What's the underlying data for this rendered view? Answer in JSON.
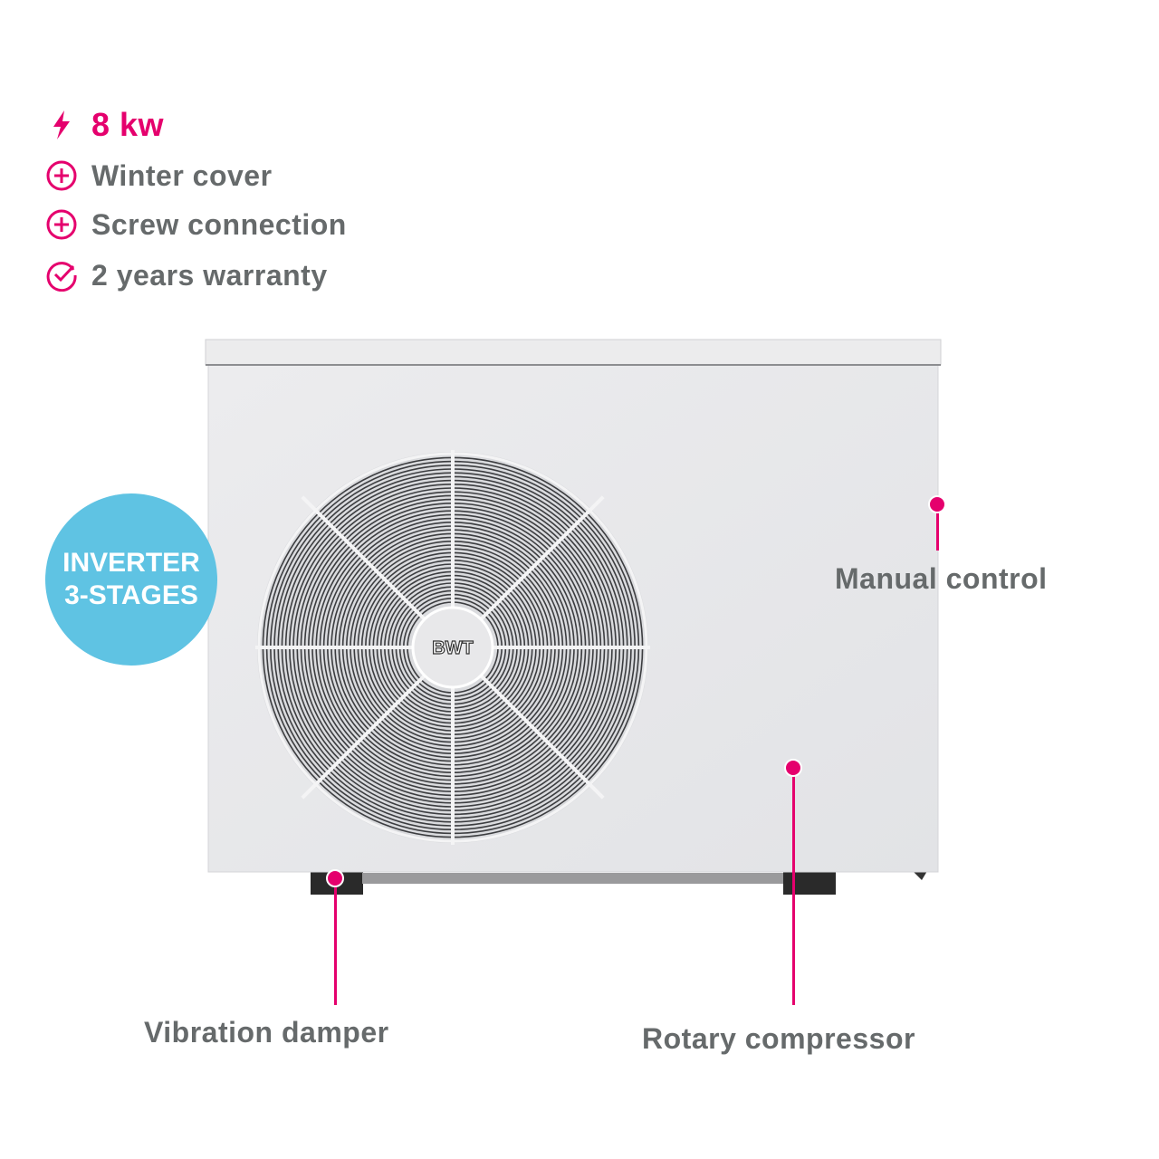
{
  "features": [
    {
      "icon": "lightning-icon",
      "text": "8 kw"
    },
    {
      "icon": "plus-circle-icon",
      "text": "Winter cover"
    },
    {
      "icon": "plus-circle-icon",
      "text": "Screw connection"
    },
    {
      "icon": "check-circle-icon",
      "text": "2 years warranty"
    }
  ],
  "badge": {
    "line1": "INVERTER",
    "line2": "3-STAGES"
  },
  "brand_logo": "BWT",
  "callouts": {
    "manual_control": "Manual control",
    "rotary_compressor": "Rotary compressor",
    "vibration_damper": "Vibration damper"
  },
  "colors": {
    "accent": "#e5006d",
    "badge": "#5fc3e3",
    "text": "#666a6b"
  }
}
